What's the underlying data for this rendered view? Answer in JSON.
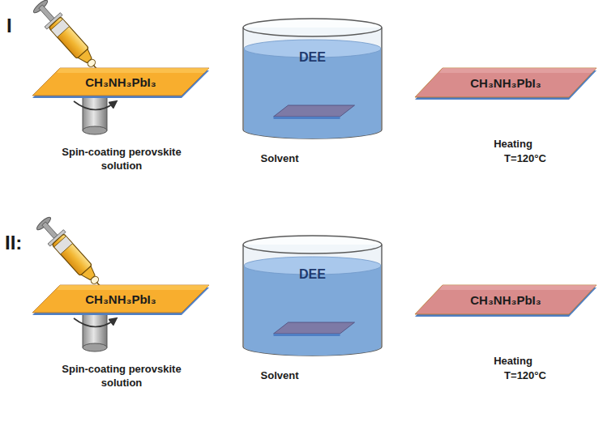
{
  "diagram": {
    "nodes": [
      {
        "text": [
          "CH₃NH₃PbI₃"
        ]
      },
      {
        "text": [
          "DEE"
        ]
      },
      {
        "text": [
          "CH₃NH₃PbI₃"
        ]
      },
      {
        "text": [
          "CH₃NH₃PbI₃"
        ]
      },
      {
        "text": [
          "DEE"
        ]
      },
      {
        "text": [
          "CH₃NH₃PbI₃"
        ]
      }
    ],
    "labels": [
      "I",
      "Spin-coating perovskite solution",
      "Solvent",
      "Heating",
      "T=120°C",
      "II:",
      "Spin-coating perovskite solution",
      "Solvent",
      "Heating",
      "T=120°C"
    ]
  }
}
